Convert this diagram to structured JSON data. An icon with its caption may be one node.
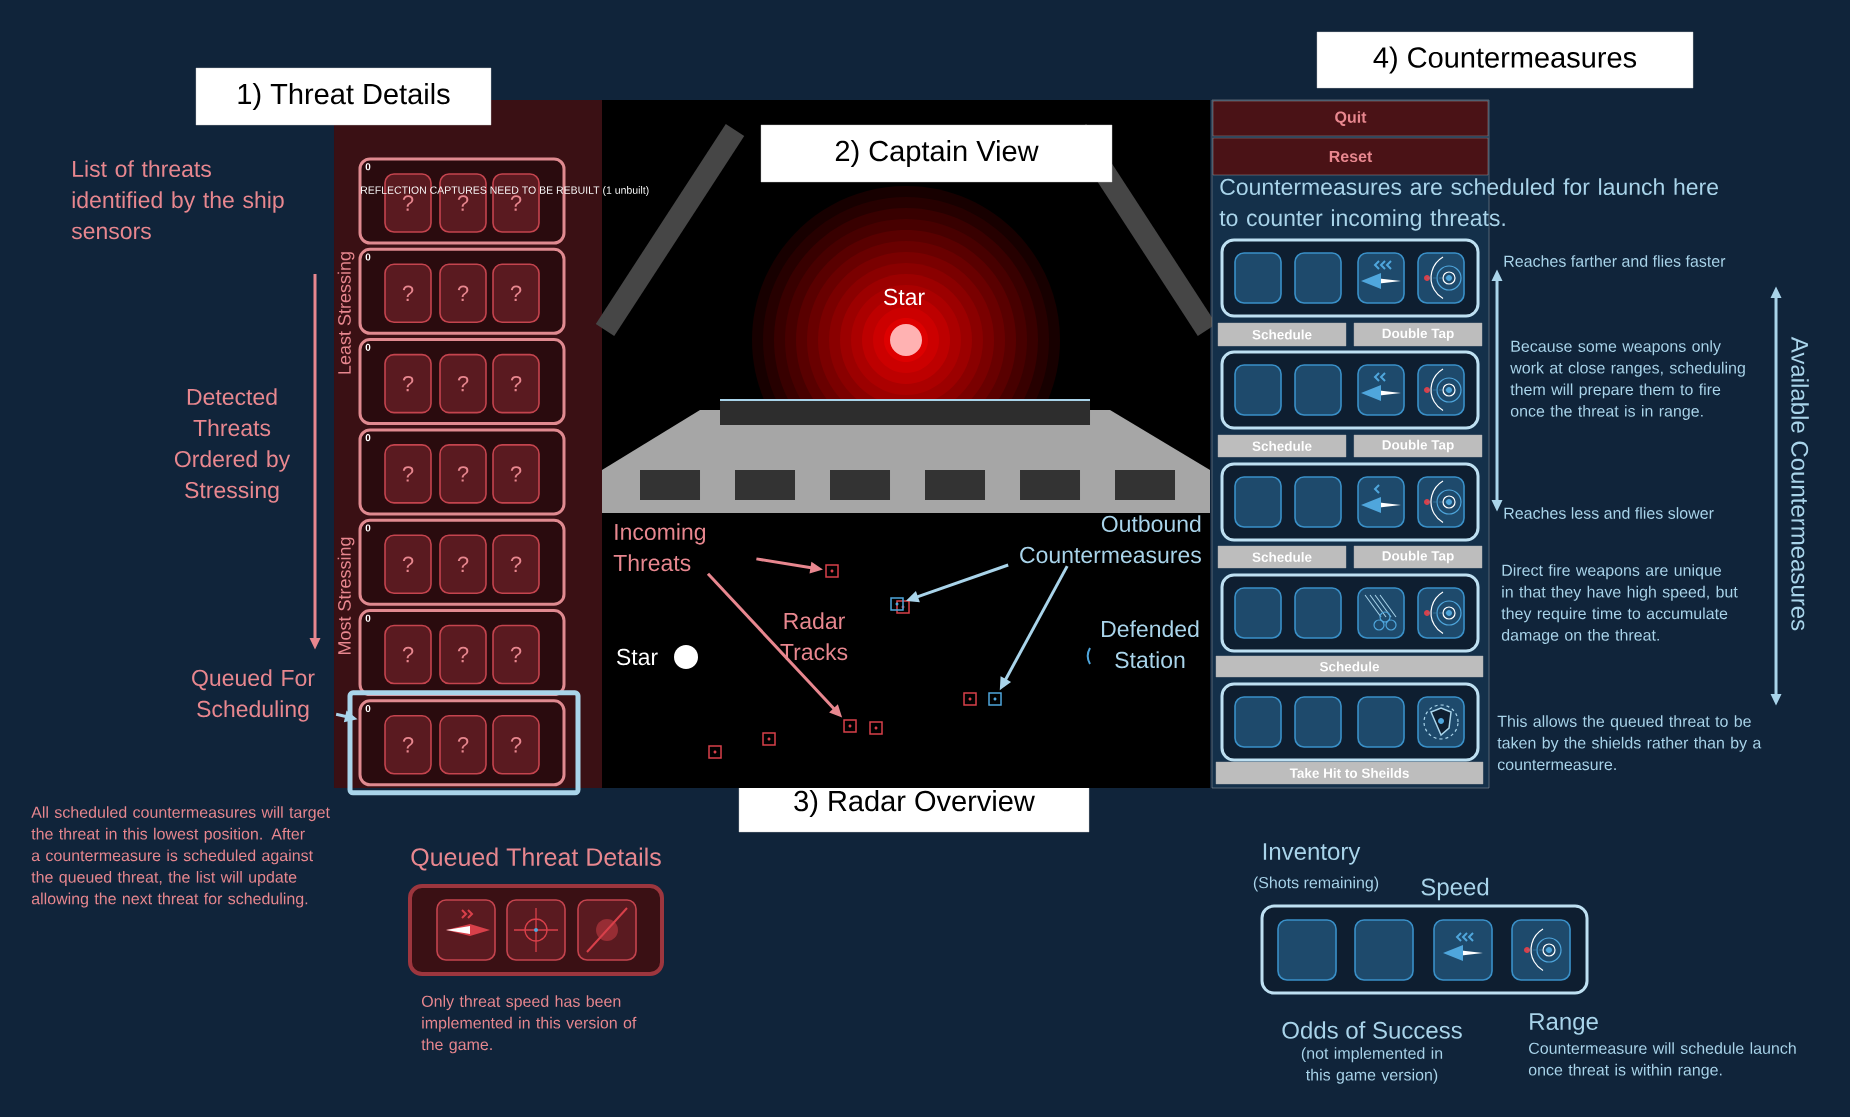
{
  "diagram": {
    "nodes": [
      {
        "text": [
          "1) Threat Details"
        ]
      },
      {
        "text": [
          "Least Stressing",
          "Most Stressing"
        ]
      },
      {
        "text": [
          "0"
        ],
        "in": 1
      },
      {
        "text": [
          "?"
        ],
        "in": 2
      },
      {
        "text": [
          "?"
        ],
        "in": 2
      },
      {
        "text": [
          "?"
        ],
        "in": 2
      },
      {
        "text": [
          "0"
        ],
        "in": 1
      },
      {
        "text": [
          "?"
        ],
        "in": 6
      },
      {
        "text": [
          "?"
        ],
        "in": 6
      },
      {
        "text": [
          "?"
        ],
        "in": 6
      },
      {
        "text": [
          "0"
        ],
        "in": 1
      },
      {
        "text": [
          "?"
        ],
        "in": 10
      },
      {
        "text": [
          "?"
        ],
        "in": 10
      },
      {
        "text": [
          "?"
        ],
        "in": 10
      },
      {
        "text": [
          "0"
        ],
        "in": 1
      },
      {
        "text": [
          "?"
        ],
        "in": 14
      },
      {
        "text": [
          "?"
        ],
        "in": 14
      },
      {
        "text": [
          "?"
        ],
        "in": 14
      },
      {
        "text": [
          "0"
        ],
        "in": 1
      },
      {
        "text": [
          "?"
        ],
        "in": 18
      },
      {
        "text": [
          "?"
        ],
        "in": 18
      },
      {
        "text": [
          "?"
        ],
        "in": 18
      },
      {
        "text": [
          "0"
        ],
        "in": 1
      },
      {
        "text": [
          "?"
        ],
        "in": 22
      },
      {
        "text": [
          "?"
        ],
        "in": 22
      },
      {
        "text": [
          "?"
        ],
        "in": 22
      },
      {
        "text": [
          "0"
        ],
        "in": 1
      },
      {
        "text": [
          "?"
        ],
        "in": 26
      },
      {
        "text": [
          "?"
        ],
        "in": 26
      },
      {
        "text": [
          "?"
        ],
        "in": 26
      },
      {
        "text": [
          "Star"
        ]
      },
      {
        "text": [
          "2) Captain View"
        ],
        "in": 30
      },
      {
        "text": [
          "Star",
          "Radar Tracks",
          "Defended Station"
        ]
      },
      {
        "text": [
          "Incoming Threats"
        ],
        "in": 32
      },
      {
        "text": [
          "Outbound Countermeasures"
        ],
        "in": 32
      },
      {
        "text": [],
        "shape": "box",
        "in": 32
      },
      {
        "text": [],
        "shape": "box",
        "in": 32
      },
      {
        "text": [],
        "shape": "box",
        "in": 32
      },
      {
        "text": [],
        "shape": "box",
        "in": 32
      },
      {
        "text": [
          "3) Radar Overview"
        ]
      },
      {
        "text": [
          "4) Countermeasures"
        ]
      },
      {
        "text": [
          "Countermeasures are scheduled for launch here to counter incoming threats."
        ]
      },
      {
        "text": [
          "Quit"
        ],
        "in": 41
      },
      {
        "text": [
          "Reset"
        ],
        "in": 41
      },
      {
        "text": [
          "Schedule"
        ],
        "in": 41
      },
      {
        "text": [
          "Double Tap"
        ],
        "in": 41
      },
      {
        "text": [
          "Schedule"
        ],
        "in": 41
      },
      {
        "text": [
          "Double Tap"
        ],
        "in": 41
      },
      {
        "text": [
          "Schedule"
        ],
        "in": 41
      },
      {
        "text": [
          "Double Tap"
        ],
        "in": 41
      },
      {
        "text": [
          "Schedule"
        ],
        "in": 41
      },
      {
        "text": [
          "Take Hit to Sheilds"
        ],
        "in": 41
      },
      {
        "text": [
          "Queued Threat Details"
        ],
        "beside": [
          "Only threat speed has been implemented in this version of the game."
        ]
      },
      {
        "text": [
          "Queued For Scheduling"
        ]
      }
    ],
    "edges": [
      {
        "from": 53,
        "to": 26,
        "arrow": "to"
      },
      {
        "from": 33,
        "to": 35,
        "arrow": "to",
        "color": "#e8878f"
      },
      {
        "from": 33,
        "to": 36,
        "arrow": "to",
        "color": "#e8878f"
      },
      {
        "from": 34,
        "to": 37,
        "arrow": "to"
      },
      {
        "from": 34,
        "to": 38,
        "arrow": "to"
      }
    ],
    "labels": [
      "REFLECTION CAPTURES NEED TO BE REBUILT (1 unbuilt)",
      "List of threats identified by the ship sensors",
      "Reaches farther and flies faster",
      "Available Countermeasures",
      "Because some weapons only work at close ranges, scheduling them will prepare them to fire once the threat is in range.",
      "Detected Threats Ordered by Stressing",
      "Reaches less and flies slower",
      "Direct fire weapons are unique in that they have high speed, but they require time to accumulate damage on the threat.",
      "This allows the queued threat to be taken by the shields rather than by a countermeasure.",
      "All scheduled countermeasures will target the threat in this lowest position. After a countermeasure is scheduled against the queued threat, the list will update allowing the next threat for scheduling.",
      "Inventory",
      "(Shots remaining)",
      "Speed",
      "Odds of Success",
      "(not implemented in this game version)",
      "Range",
      "Countermeasure will schedule launch once threat is within range."
    ]
  }
}
